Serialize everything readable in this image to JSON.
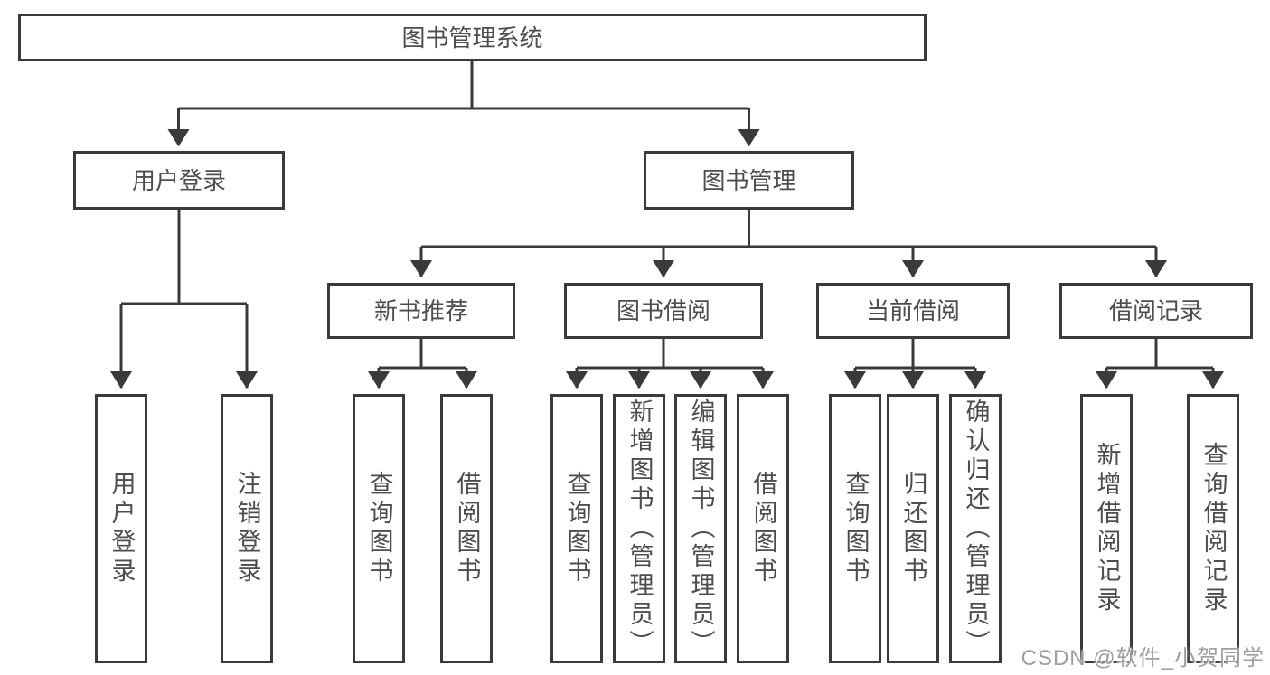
{
  "diagram": {
    "title": "图书管理系统",
    "level2": [
      {
        "label": "用户登录"
      },
      {
        "label": "图书管理"
      }
    ],
    "level3": [
      {
        "label": "新书推荐"
      },
      {
        "label": "图书借阅"
      },
      {
        "label": "当前借阅"
      },
      {
        "label": "借阅记录"
      }
    ],
    "leaves": {
      "user_login": [
        {
          "label": "用户登录"
        },
        {
          "label": "注销登录"
        }
      ],
      "new_book_recommend": [
        {
          "label": "查询图书"
        },
        {
          "label": "借阅图书"
        }
      ],
      "book_borrow": [
        {
          "label": "查询图书"
        },
        {
          "label": "新增图书（管理员）"
        },
        {
          "label": "编辑图书（管理员）"
        },
        {
          "label": "借阅图书"
        }
      ],
      "current_borrow": [
        {
          "label": "查询图书"
        },
        {
          "label": "归还图书"
        },
        {
          "label": "确认归还（管理员）"
        }
      ],
      "borrow_records": [
        {
          "label": "新增借阅记录"
        },
        {
          "label": "查询借阅记录"
        }
      ]
    }
  },
  "watermark": {
    "text": "CSDN @软件_小贺同学"
  },
  "colors": {
    "line": "#3a3a3a",
    "box_border": "#3a3a3a",
    "text": "#4d4d4d",
    "background": "#ffffff",
    "watermark": "#9e9e9e"
  }
}
